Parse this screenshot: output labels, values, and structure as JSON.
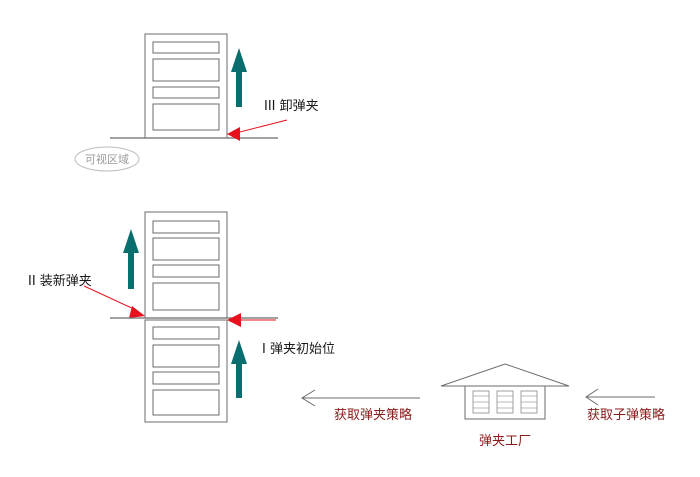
{
  "labels": {
    "step_iii": "III 卸弹夹",
    "visible_area": "可视区域",
    "step_ii": "II 装新弹夹",
    "step_i": "I 弹夹初始位",
    "get_clip_strategy": "获取弹夹策略",
    "clip_factory": "弹夹工厂",
    "get_bullet_strategy": "获取子弹策略"
  },
  "colors": {
    "outline": "#6b6b6b",
    "teal_arrow": "#0b6e6e",
    "red_pointer": "#e8101c",
    "red_text": "#8b1a1a",
    "dark_text": "#1a1a1a",
    "grey_text": "#9a9a9a"
  },
  "icons": {
    "upward_arrow": "teal-up-arrow-icon",
    "pointer": "red-triangle-pointer-icon",
    "factory": "factory-house-icon"
  }
}
